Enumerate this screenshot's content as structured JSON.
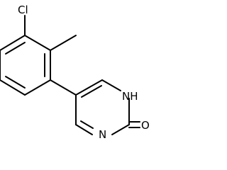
{
  "molecule": {
    "atom_labels": {
      "chlorine": "Cl",
      "nh": "NH",
      "n": "N",
      "o": "O"
    },
    "colors": {
      "bond": "#000000",
      "label": "#000000",
      "background": "#ffffff"
    }
  }
}
